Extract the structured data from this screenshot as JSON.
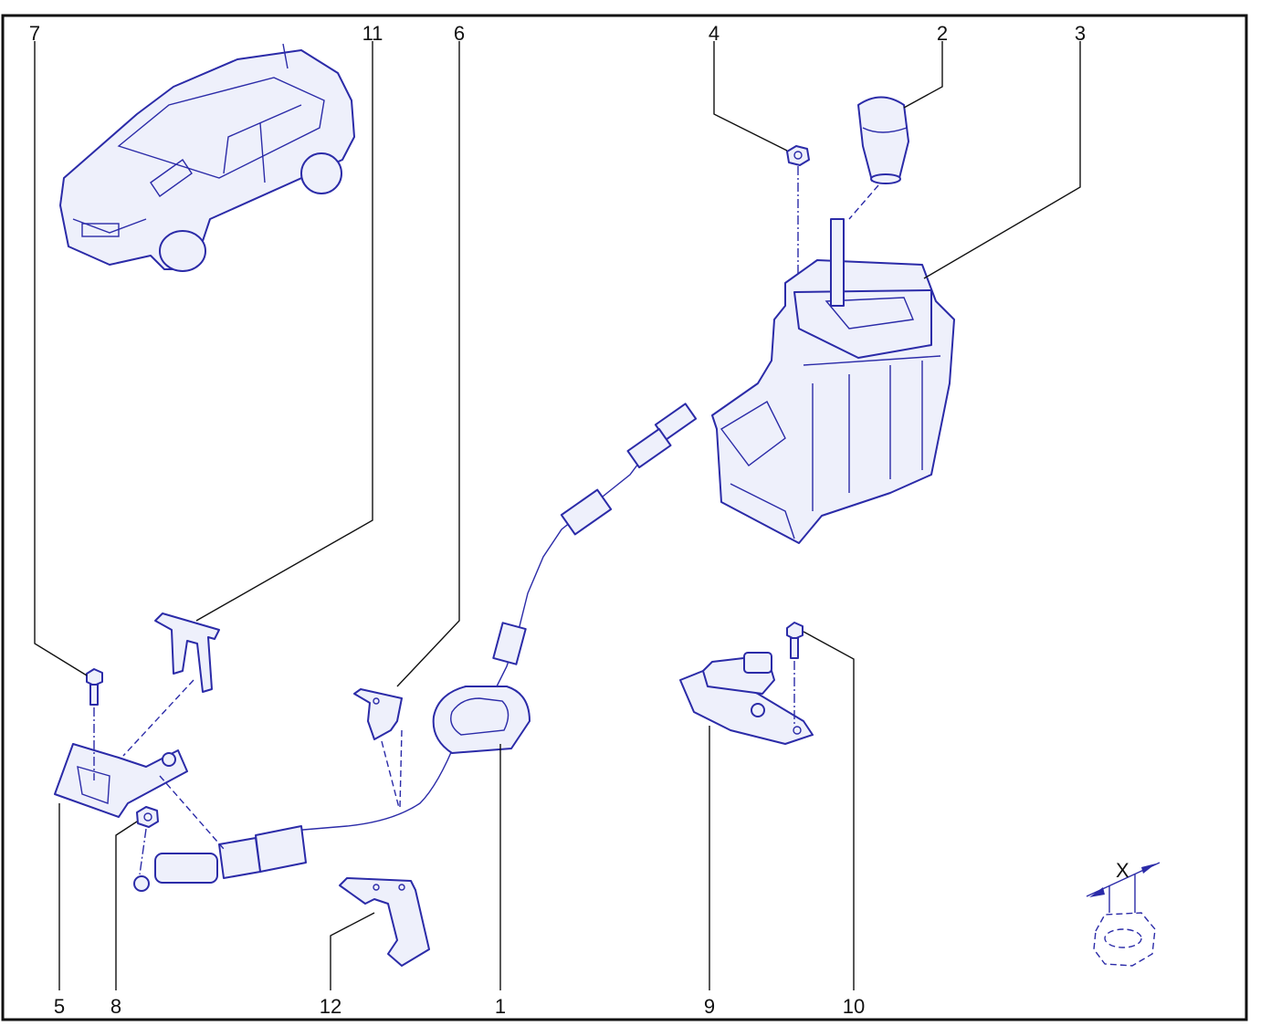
{
  "diagram": {
    "callouts": [
      {
        "id": "7",
        "label": "7"
      },
      {
        "id": "11",
        "label": "11"
      },
      {
        "id": "6",
        "label": "6"
      },
      {
        "id": "4",
        "label": "4"
      },
      {
        "id": "2",
        "label": "2"
      },
      {
        "id": "3",
        "label": "3"
      },
      {
        "id": "5",
        "label": "5"
      },
      {
        "id": "8",
        "label": "8"
      },
      {
        "id": "12",
        "label": "12"
      },
      {
        "id": "1",
        "label": "1"
      },
      {
        "id": "9",
        "label": "9"
      },
      {
        "id": "10",
        "label": "10"
      }
    ],
    "dimension_label": "X",
    "colors": {
      "line_art": "#2b2ba8",
      "fill": "#eef0fb",
      "leader": "#111111"
    },
    "icons": [
      "vehicle-icon",
      "knob-icon",
      "nut-icon",
      "bolt-icon",
      "selector-unit-icon",
      "cable-icon",
      "grommet-icon",
      "bracket-icon",
      "clip-icon",
      "sensor-icon",
      "dimension-icon"
    ]
  }
}
